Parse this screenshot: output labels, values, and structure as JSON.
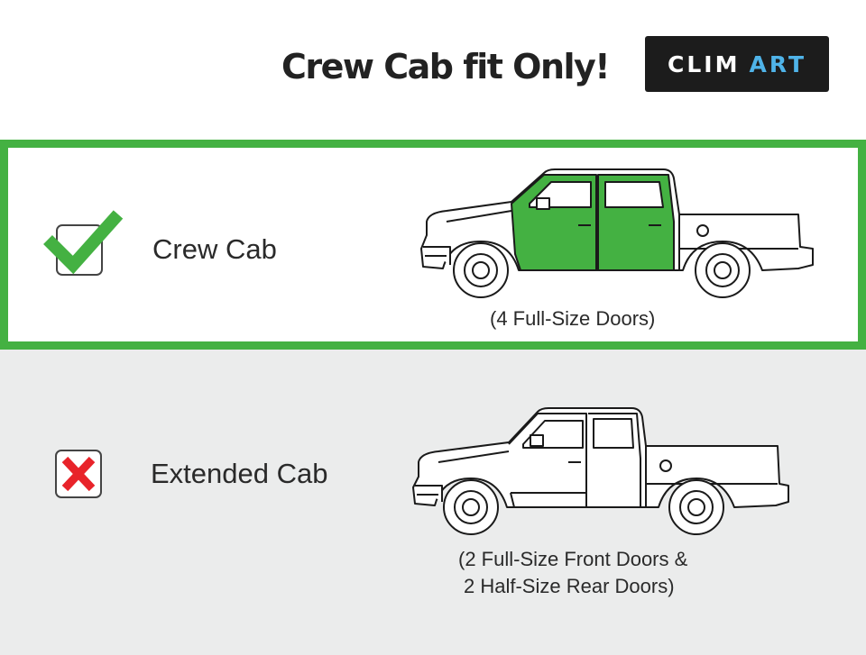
{
  "header": {
    "headline": "Crew Cab fit Only!",
    "logo": {
      "part1": "CLIM",
      "part2": "ART"
    }
  },
  "options": [
    {
      "label": "Crew Cab",
      "caption_lines": [
        "(4 Full-Size Doors)"
      ],
      "status": "fits",
      "icon": "checkmark-icon"
    },
    {
      "label": "Extended Cab",
      "caption_lines": [
        "(2 Full-Size Front Doors &",
        "2 Half-Size Rear Doors)"
      ],
      "status": "does-not-fit",
      "icon": "x-mark-icon"
    }
  ],
  "colors": {
    "accent_green": "#44b142",
    "reject_red": "#e8232a",
    "logo_blue": "#4fb3e8",
    "panel_gray": "#ebecec"
  }
}
